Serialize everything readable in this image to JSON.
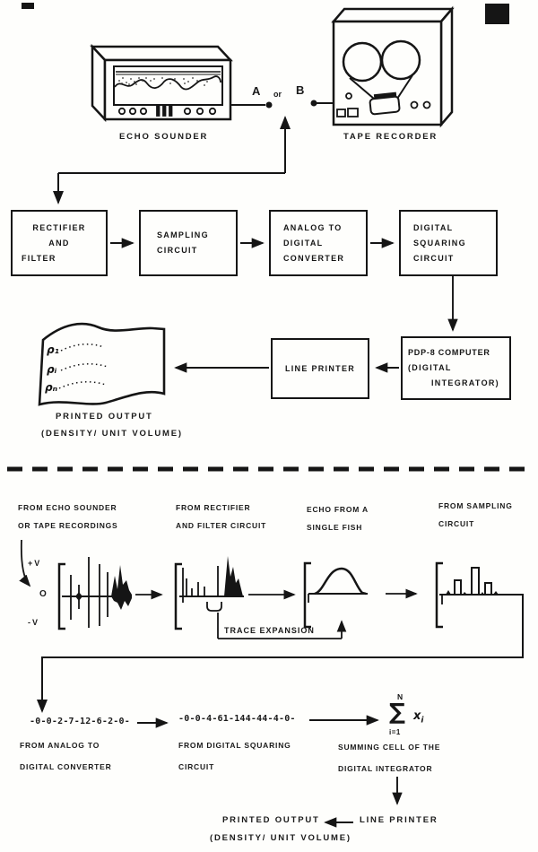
{
  "devices": {
    "echo_sounder": {
      "label": "ECHO SOUNDER",
      "terminal": "A"
    },
    "tape_recorder": {
      "label": "TAPE RECORDER",
      "terminal": "B"
    },
    "or_label": "or"
  },
  "flow_boxes": [
    {
      "id": "rectifier",
      "lines": [
        "RECTIFIER",
        "AND",
        "FILTER"
      ]
    },
    {
      "id": "sampling",
      "lines": [
        "SAMPLING",
        "CIRCUIT"
      ]
    },
    {
      "id": "adc",
      "lines": [
        "ANALOG TO",
        "DIGITAL",
        "CONVERTER"
      ]
    },
    {
      "id": "squaring",
      "lines": [
        "DIGITAL",
        "SQUARING",
        "CIRCUIT"
      ]
    },
    {
      "id": "pdp8",
      "lines": [
        "PDP-8 COMPUTER",
        "(DIGITAL",
        "INTEGRATOR)"
      ]
    },
    {
      "id": "line_printer",
      "lines": [
        "LINE PRINTER"
      ]
    }
  ],
  "printed_output": {
    "rows": [
      "ρ₁",
      "ρᵢ",
      "ρₙ"
    ],
    "label_line1": "PRINTED OUTPUT",
    "label_line2": "(DENSITY/ UNIT VOLUME)"
  },
  "signal_section": {
    "axis": {
      "plus": "+V",
      "zero": "O",
      "minus": "-V"
    },
    "panel_labels": [
      {
        "l1": "FROM ECHO SOUNDER",
        "l2": "OR TAPE RECORDINGS"
      },
      {
        "l1": "FROM RECTIFIER",
        "l2": "AND FILTER CIRCUIT"
      },
      {
        "l1": "ECHO FROM A",
        "l2": "SINGLE FISH"
      },
      {
        "l1": "FROM SAMPLING",
        "l2": "CIRCUIT"
      }
    ],
    "trace_expansion_label": "TRACE EXPANSION",
    "digit_streams": [
      {
        "value": "-0-0-2-7-12-6-2-0-",
        "l1": "FROM ANALOG TO",
        "l2": "DIGITAL CONVERTER"
      },
      {
        "value": "-0-0-4-61-144-44-4-0-",
        "l1": "FROM DIGITAL SQUARING",
        "l2": "CIRCUIT"
      }
    ],
    "summation": {
      "upper": "N",
      "symbol": "∑",
      "lower": "i=1",
      "term": "x",
      "term_sub": "i",
      "l1": "SUMMING CELL OF THE",
      "l2": "DIGITAL INTEGRATOR"
    },
    "bottom": {
      "printed": "PRINTED OUTPUT",
      "printer": "LINE PRINTER",
      "density": "(DENSITY/ UNIT VOLUME)"
    }
  },
  "colors": {
    "ink": "#151515",
    "paper": "#fefefc"
  }
}
